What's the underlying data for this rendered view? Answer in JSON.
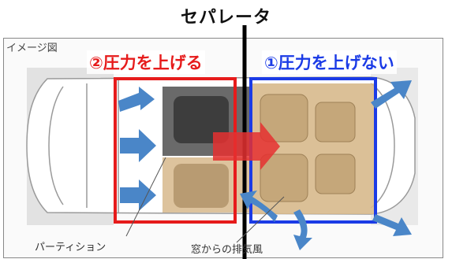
{
  "title": "セパレータ",
  "caption_image": "イメージ図",
  "label_left": "②圧力を上げる",
  "label_right": "①圧力を上げない",
  "caption_partition": "パーティション",
  "caption_exhaust": "窓からの排気風",
  "colors": {
    "red_box": "#e61b1b",
    "blue_box": "#1b3be6",
    "arrow_blue": "#4a86c8",
    "arrow_red": "#e53030",
    "cargo_tan": "#d7b98c",
    "separator": "#000000"
  }
}
